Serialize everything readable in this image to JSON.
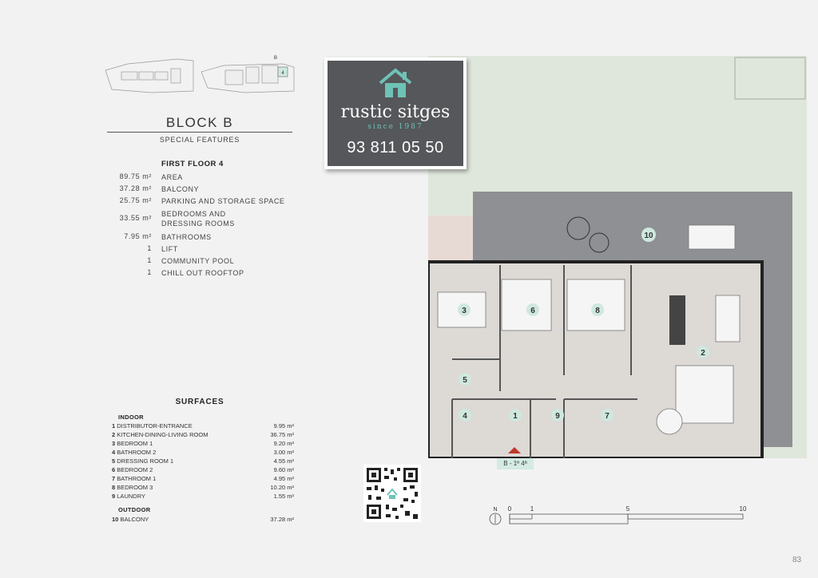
{
  "mini_plan": {
    "block_letter": "B",
    "highlight_number": "4"
  },
  "header": {
    "title": "BLOCK B",
    "subtitle": "SPECIAL FEATURES",
    "floor": "FIRST FLOOR 4"
  },
  "features": [
    {
      "value": "89.75 m²",
      "label": "AREA"
    },
    {
      "value": "37.28 m²",
      "label": "BALCONY"
    },
    {
      "value": "25.75 m²",
      "label": "PARKING AND STORAGE SPACE"
    },
    {
      "value": "33.55 m²",
      "label": "BEDROOMS AND DRESSING ROOMS"
    },
    {
      "value": "7.95 m²",
      "label": "BATHROOMS"
    },
    {
      "value": "1",
      "label": "LIFT"
    },
    {
      "value": "1",
      "label": "COMMUNITY POOL"
    },
    {
      "value": "1",
      "label": "CHILL OUT ROOFTOP"
    }
  ],
  "surfaces": {
    "title": "SURFACES",
    "indoor_heading": "INDOOR",
    "indoor": [
      {
        "n": "1",
        "name": "DISTRIBUTOR-ENTRANCE",
        "area": "9.95 m²"
      },
      {
        "n": "2",
        "name": "KITCHEN-DINING-LIVING ROOM",
        "area": "36.75 m²"
      },
      {
        "n": "3",
        "name": "BEDROOM 1",
        "area": "9.20 m²"
      },
      {
        "n": "4",
        "name": "BATHROOM 2",
        "area": "3.00 m²"
      },
      {
        "n": "5",
        "name": "DRESSING ROOM 1",
        "area": "4.55 m²"
      },
      {
        "n": "6",
        "name": "BEDROOM 2",
        "area": "9.60 m²"
      },
      {
        "n": "7",
        "name": "BATHROOM 1",
        "area": "4.95 m²"
      },
      {
        "n": "8",
        "name": "BEDROOM 3",
        "area": "10.20 m²"
      },
      {
        "n": "9",
        "name": "LAUNDRY",
        "area": "1.55 m²"
      }
    ],
    "outdoor_heading": "OUTDOOR",
    "outdoor": [
      {
        "n": "10",
        "name": "BALCONY",
        "area": "37.28 m²"
      }
    ]
  },
  "logo": {
    "name": "rustic sitges",
    "since": "since 1987",
    "phone": "93 811 05 50",
    "color_bg": "#55575a",
    "color_accent": "#6fc2b6"
  },
  "plan": {
    "room_numbers": [
      "1",
      "2",
      "3",
      "4",
      "5",
      "6",
      "7",
      "8",
      "9",
      "10"
    ],
    "unit_label": "B - 1º 4ª",
    "color_balcony": "#8e9094",
    "color_room_fill": "#ddd9d5",
    "color_garden": "#dfe7dc",
    "color_badge": "#d4ebe3"
  },
  "scale": {
    "north": "N",
    "ticks": [
      "0",
      "1",
      "5",
      "10"
    ]
  },
  "page_number": "83"
}
